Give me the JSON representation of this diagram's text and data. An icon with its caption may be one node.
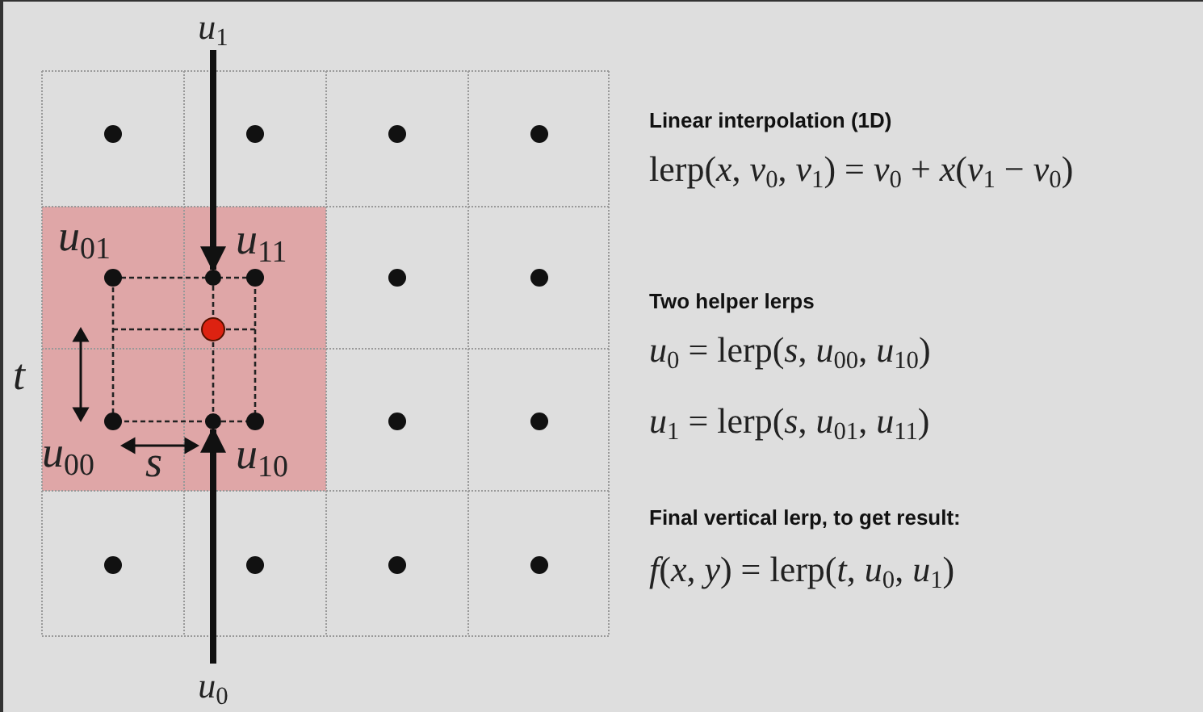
{
  "diagram": {
    "nodes": [
      {
        "text": [
          "*u*$_{1}$"
        ]
      },
      {
        "text": [],
        "shape": "circle"
      },
      {
        "text": [
          "*u*$_{0}$"
        ]
      },
      {
        "text": [],
        "shape": "circle"
      }
    ],
    "edges": [
      {
        "from": 0,
        "to": 1,
        "arrow": "to"
      },
      {
        "from": 2,
        "to": 3,
        "arrow": "to"
      }
    ],
    "labels": [
      "*u*$_{01}$",
      "*u*$_{11}$",
      "*t*",
      "*u*$_{00}$",
      "*s*",
      "*u*$_{10}$",
      "Linear interpolation (1D)",
      "lerp(*x*, *v*$_{0}$, *v*$_{1}$) = *v*$_{0}$ + *x*(*v*$_{1}$ − *v*$_{0}$)",
      "Two helper lerps",
      "*u*$_{0}$ = lerp(*s*, *u*$_{00}$, *u*$_{10}$)",
      "*u*$_{1}$ = lerp(*s*, *u*$_{01}$, *u*$_{11}$)",
      "Final vertical lerp, to get result:",
      "*f*(*x*, *y*) = lerp(*t*, *u*$_{0}$, *u*$_{1}$)"
    ]
  }
}
